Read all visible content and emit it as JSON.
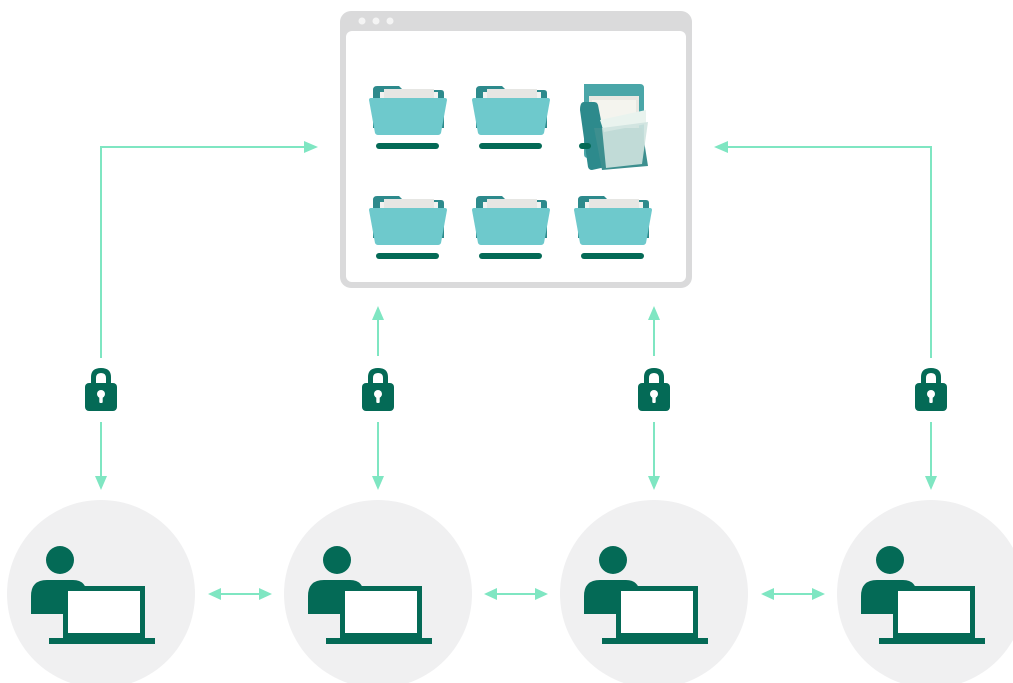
{
  "colors": {
    "accent_arrow": "#7fe6c2",
    "dark_green": "#046a56",
    "folder_teal": "#6ec9cc",
    "folder_back": "#2d8a8c",
    "window_border": "#dadadb",
    "window_bg": "#ffffff",
    "circle_bg": "#f0f0f1",
    "paper": "#f2f2f0"
  },
  "icons": {
    "window": "shared-files-window-icon",
    "folder": "folder-icon",
    "open_folder": "open-folder-icon",
    "lock": "lock-icon",
    "user": "user-icon",
    "laptop": "laptop-icon"
  },
  "window": {
    "folders": [
      {
        "kind": "folder"
      },
      {
        "kind": "folder"
      },
      {
        "kind": "open-folder"
      },
      {
        "kind": "folder"
      },
      {
        "kind": "folder"
      },
      {
        "kind": "folder"
      }
    ]
  },
  "users": [
    {
      "id": "user-1"
    },
    {
      "id": "user-2"
    },
    {
      "id": "user-3"
    },
    {
      "id": "user-4"
    }
  ]
}
